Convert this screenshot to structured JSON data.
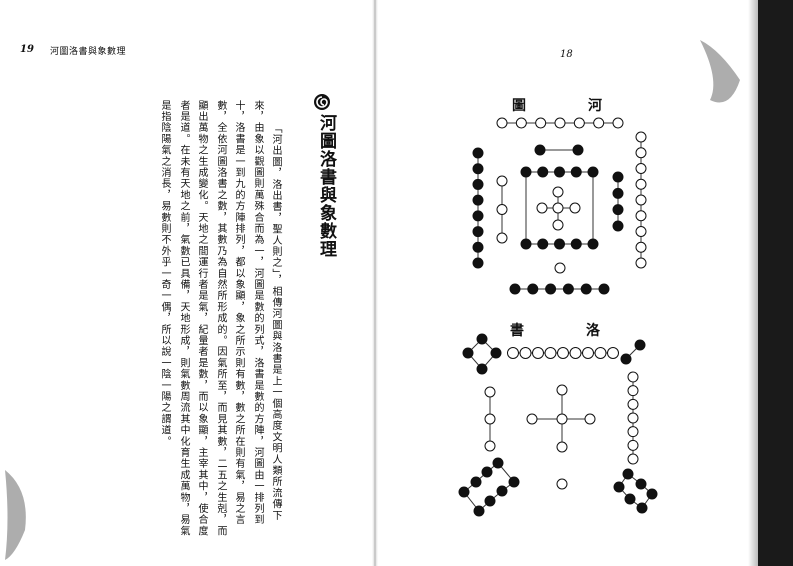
{
  "left_page": {
    "header": {
      "page_number": "19",
      "running_title": "河圖洛書與象數理"
    },
    "title": "河圖洛書與象數理",
    "columns": [
      "「河出圖，洛出書，聖人則之」，相傳河圖與洛書是上一個高度文明人類所流傳下",
      "來，由象以觀圖則萬殊合而為一，河圖是數的列式，洛書是數的方陣，河圖由一排列到",
      "十，洛書是一到九的方陣排列，都以象顯，象之所示則有數，數之所在則有氣，易之言",
      "數，全依河圖洛書之數，其數乃為自然所形成的。因氣所至，而見其數，二五之生剋，而",
      "顯出萬物之生成變化。天地之間運行者是氣，紀量者是數，而以象顯，主宰其中，使合度",
      "者是道。在未有天地之前，氣數已具備，天地形成，則氣數周流其中化育生成萬物，易氣",
      "是指陰陽氣之消長，易數則不外乎一奇一偶，所以說一陰一陽之謂道。"
    ]
  },
  "right_page": {
    "page_number": "18",
    "hetu": {
      "label_right": "河",
      "label_left": "圖"
    },
    "luoshu": {
      "label_right": "洛",
      "label_left": "書"
    }
  },
  "colors": {
    "ink": "#111111",
    "paper": "#ffffff",
    "edge": "#1a1a1a"
  }
}
